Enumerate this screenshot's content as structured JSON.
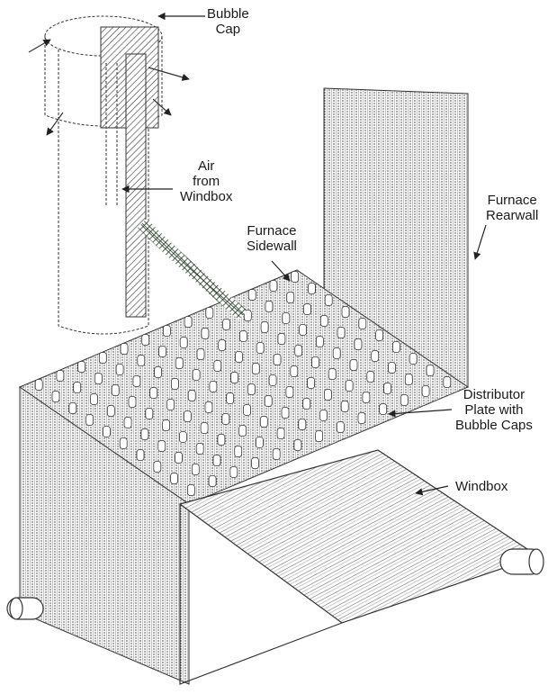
{
  "labels": {
    "bubble_cap": [
      "Bubble",
      "Cap"
    ],
    "air_from_windbox": [
      "Air",
      "from",
      "Windbox"
    ],
    "furnace_sidewall": [
      "Furnace",
      "Sidewall"
    ],
    "furnace_rearwall": [
      "Furnace",
      "Rearwall"
    ],
    "distributor_plate": [
      "Distributor",
      "Plate with",
      "Bubble Caps"
    ],
    "windbox": [
      "Windbox"
    ]
  },
  "colors": {
    "line": "#222222",
    "tube": "#8a8a8a",
    "hatch": "#1e3a1e",
    "background": "#ffffff"
  }
}
